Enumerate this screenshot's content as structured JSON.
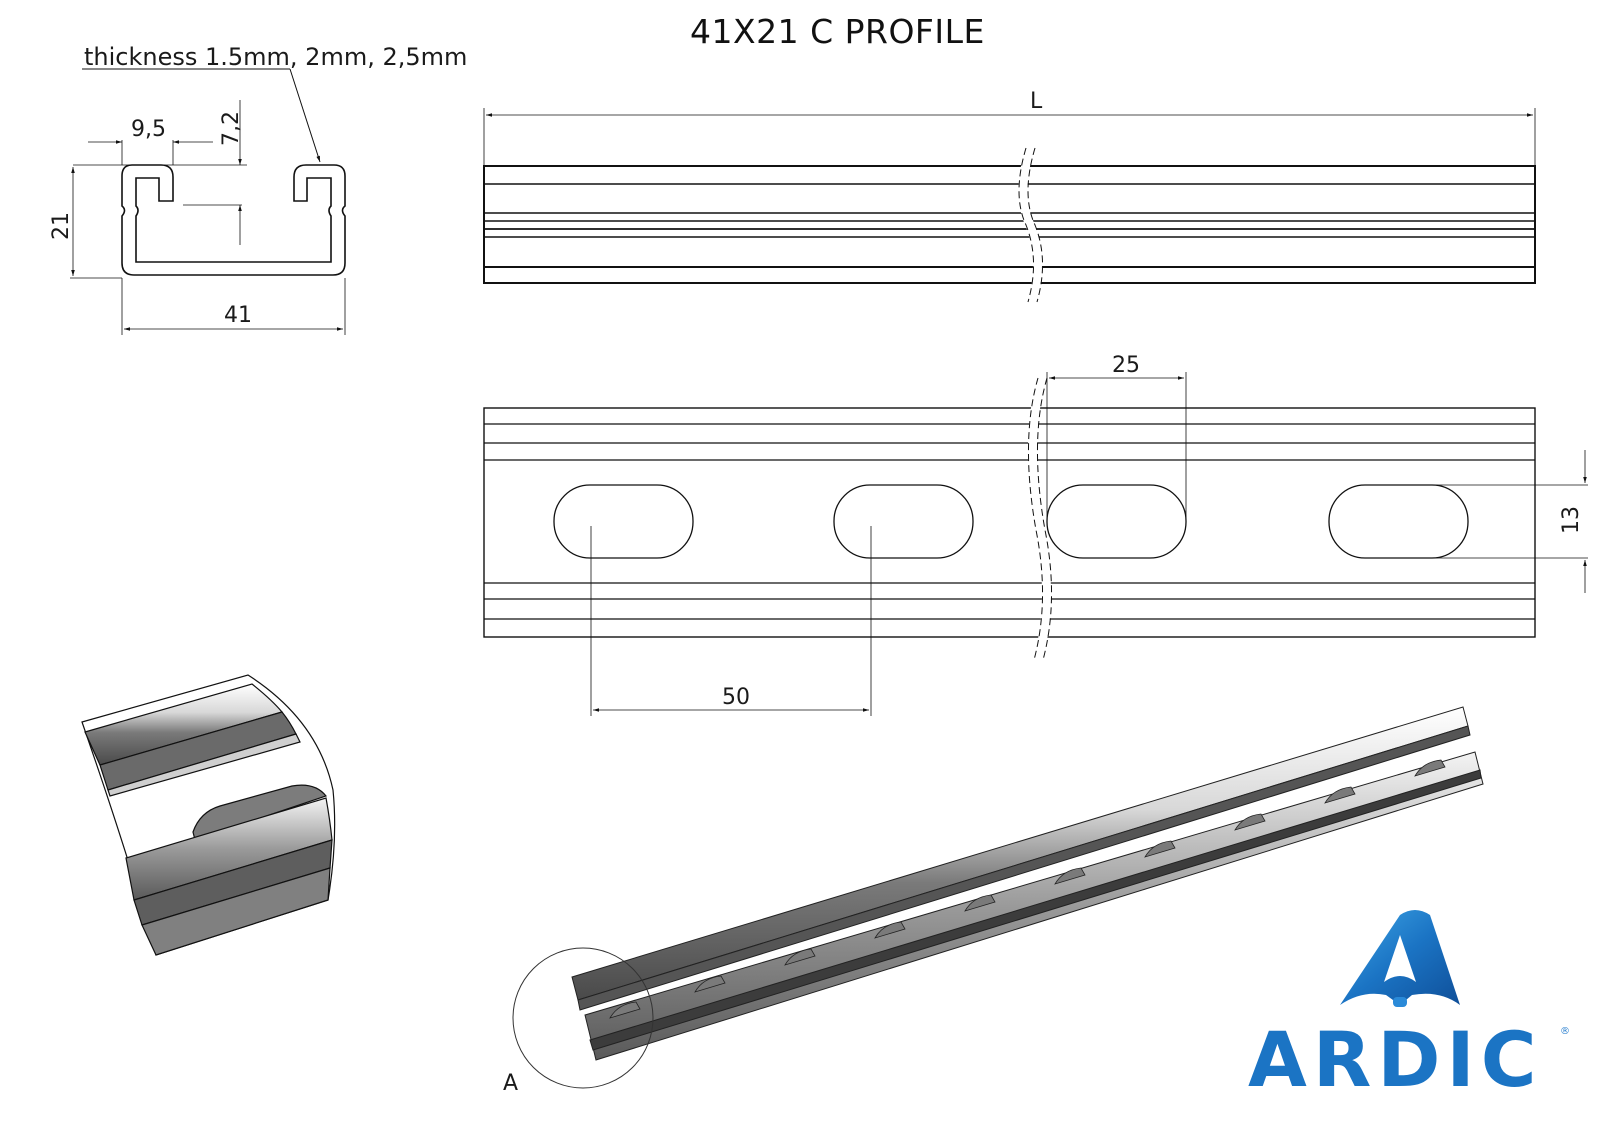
{
  "title": "41X21 C PROFILE",
  "cross_section": {
    "thickness_note": "thickness 1.5mm, 2mm, 2,5mm",
    "dim_lip_width": "9,5",
    "dim_lip_depth": "7,2",
    "dim_height": "21",
    "dim_width": "41"
  },
  "side_view": {
    "dim_length": "L"
  },
  "slotted_view": {
    "dim_slot_length": "25",
    "dim_slot_height": "13",
    "dim_slot_pitch": "50"
  },
  "detail": {
    "label": "A"
  },
  "logo": {
    "text": "ARDIC",
    "registered": "®",
    "color_primary": "#1b74c4",
    "color_light": "#3fa6e6"
  }
}
